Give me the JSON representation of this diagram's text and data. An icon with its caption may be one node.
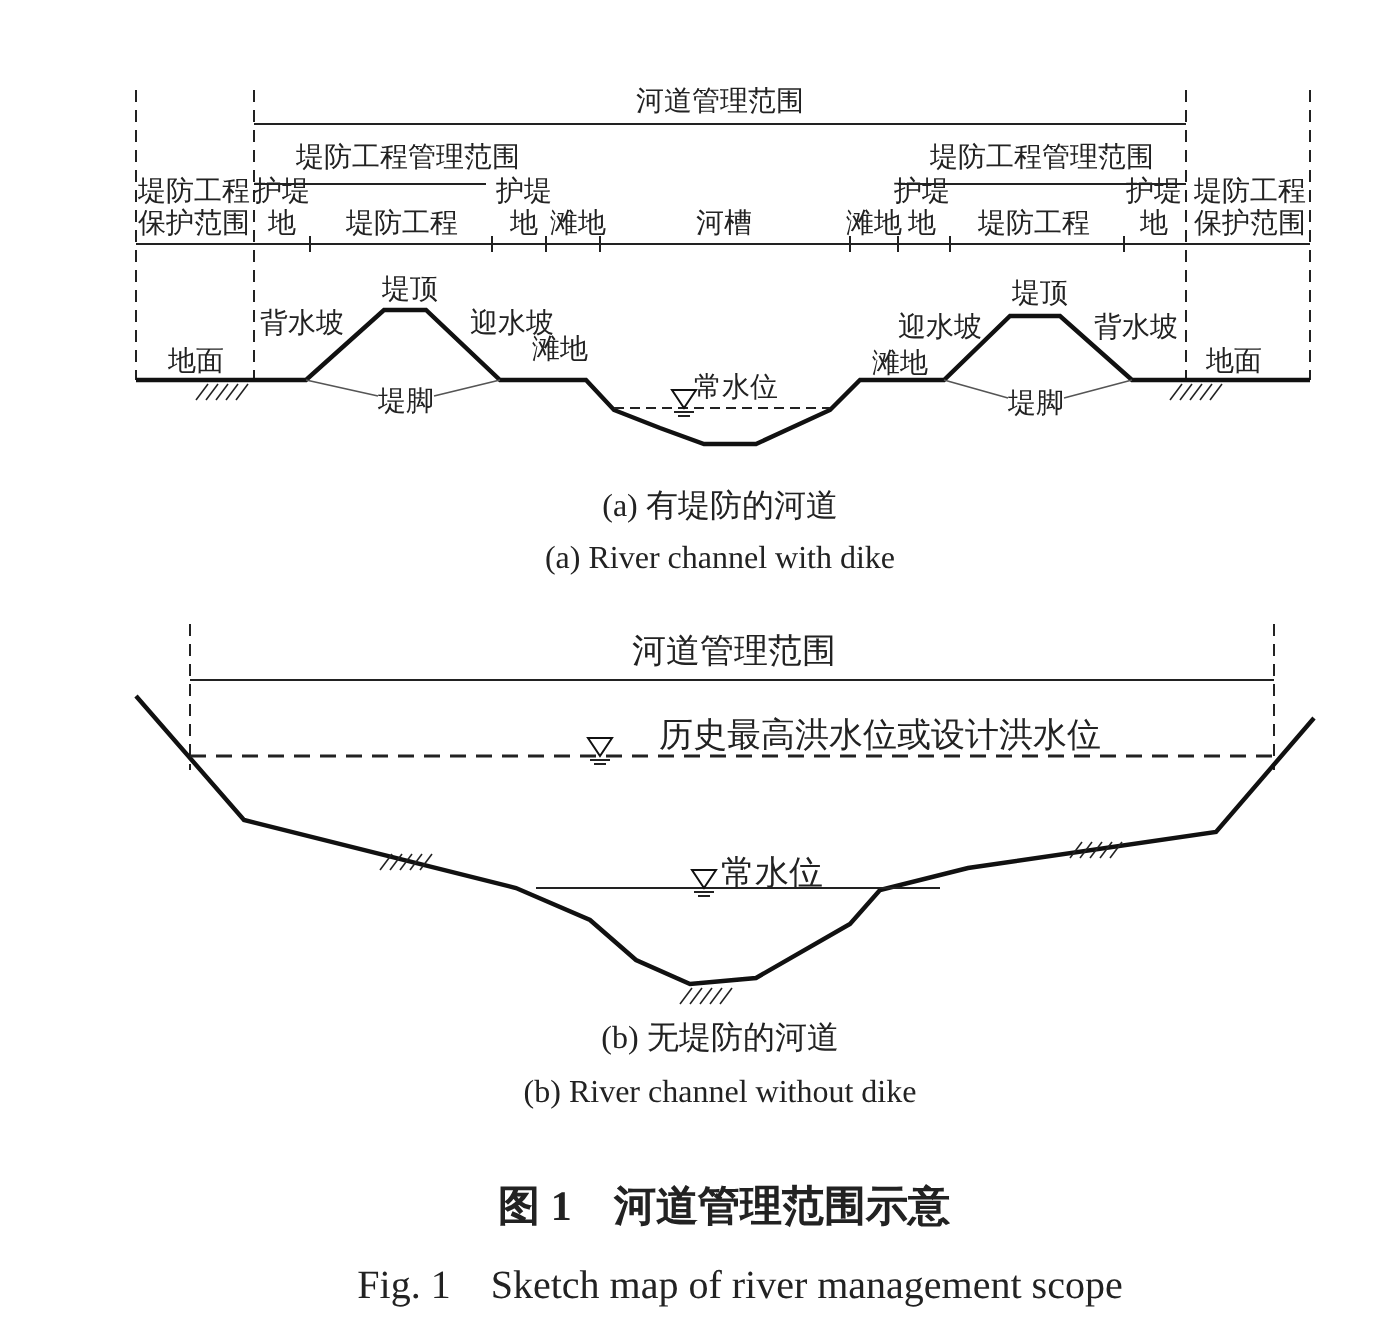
{
  "diagram": {
    "title": "图 1　河道管理范围示意",
    "caption": "Fig. 1　Sketch map of river management scope",
    "nodes": [
      {
        "text": [
          "堤脚"
        ]
      },
      {
        "text": [
          "堤脚"
        ]
      }
    ],
    "edges": [
      {
        "from": 0,
        "to": null,
        "arrow": "none"
      },
      {
        "from": 0,
        "to": null,
        "arrow": "none"
      },
      {
        "from": 1,
        "to": null,
        "arrow": "none"
      },
      {
        "from": 1,
        "to": null,
        "arrow": "none"
      }
    ],
    "labels": [
      "河道管理范围",
      "堤防工程管理范围",
      "堤防工程管理范围",
      "堤防工程保护范围",
      "护堤地",
      "堤防工程",
      "护堤地",
      "滩地",
      "河槽",
      "滩地",
      "护堤地",
      "堤防工程",
      "护堤地",
      "堤防工程保护范围",
      "堤顶",
      "堤顶",
      "背水坡",
      "迎水坡",
      "迎水坡",
      "背水坡",
      "地面",
      "滩地",
      "常水位",
      "滩地",
      "地面",
      "(a) 有堤防的河道",
      "(a) River channel with dike",
      "河道管理范围",
      "历史最高洪水位或设计洪水位",
      "常水位",
      "(b) 无堤防的河道",
      "(b) River channel without dike"
    ]
  }
}
